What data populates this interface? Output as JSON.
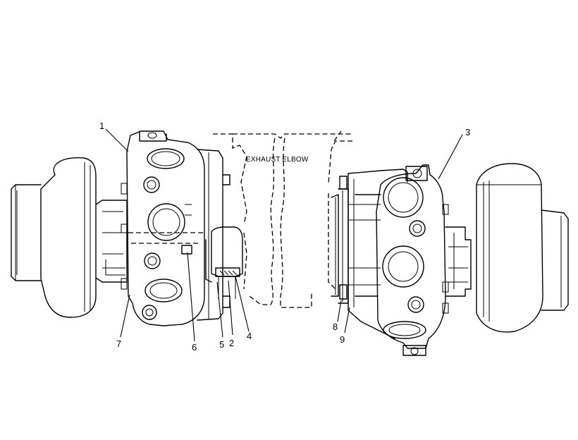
{
  "diagram": {
    "caption": "EXHAUST ELBOW",
    "callouts": [
      "1",
      "2",
      "3",
      "4",
      "5",
      "6",
      "7",
      "8",
      "9"
    ]
  }
}
